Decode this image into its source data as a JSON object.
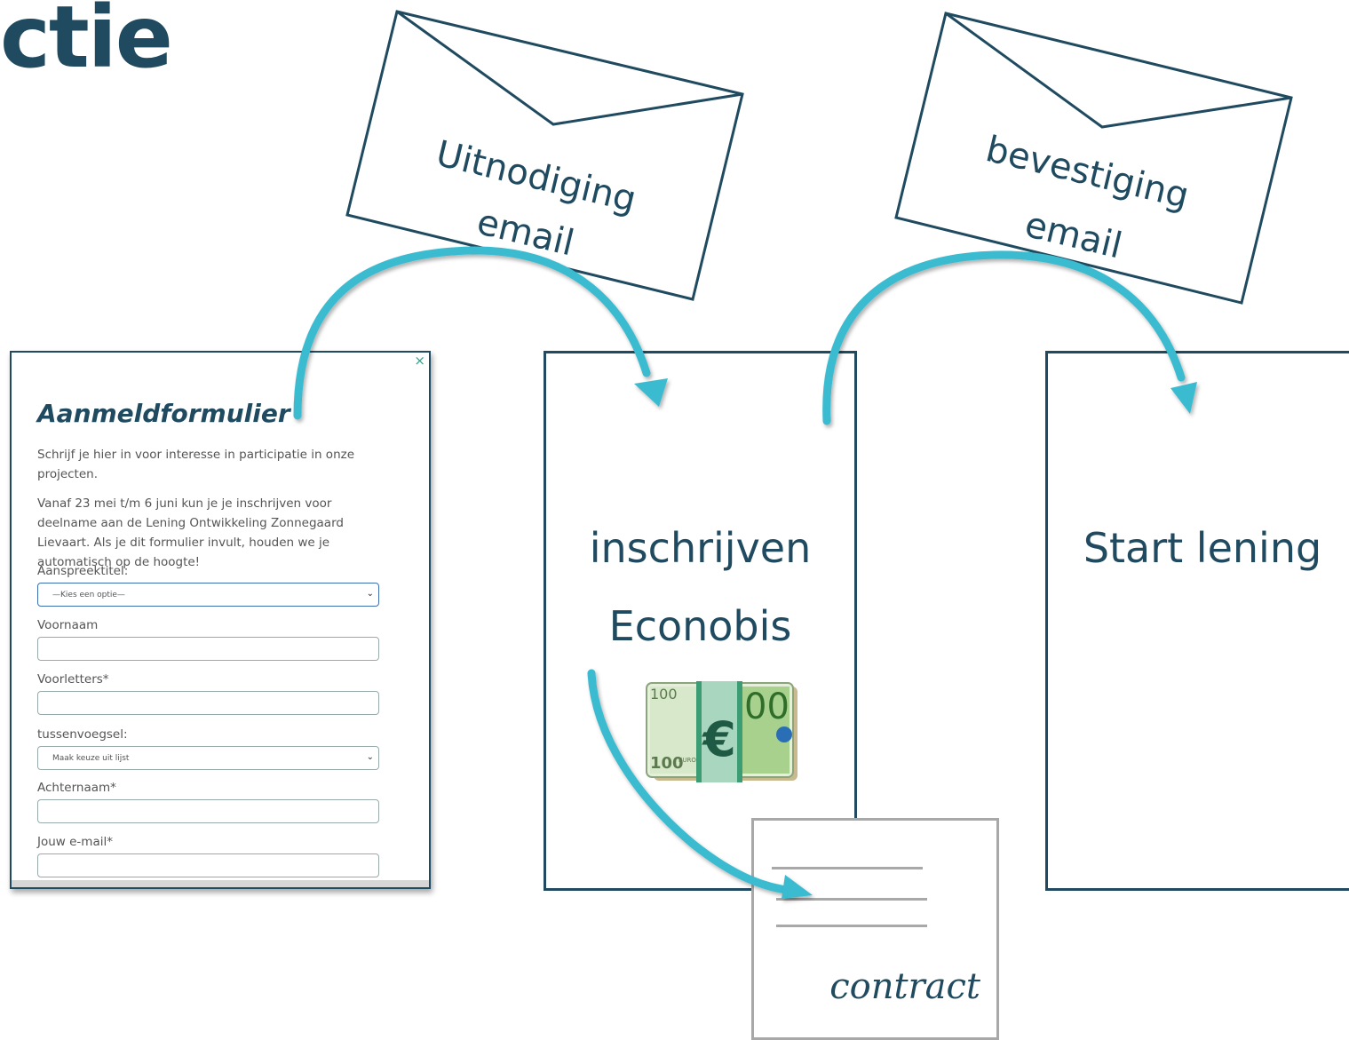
{
  "title_fragment": "ctie",
  "envelopes": [
    {
      "line1": "Uitnodiging",
      "line2": "email"
    },
    {
      "line1": "bevestiging",
      "line2": "email"
    }
  ],
  "form": {
    "title": "Aanmeldformulier",
    "intro": "Schrijf je hier in voor interesse in participatie in onze projecten.",
    "description": "Vanaf 23 mei t/m 6 juni kun je je inschrijven voor deelname aan de Lening Ontwikkeling Zonnegaard Lievaart. Als je dit formulier invult, houden we je automatisch op de hoogte!",
    "fields": {
      "aanspreektitel_label": "Aanspreektitel:",
      "aanspreektitel_value": "—Kies een optie—",
      "voornaam_label": "Voornaam",
      "voorletters_label": "Voorletters*",
      "tussenvoegsel_label": "tussenvoegsel:",
      "tussenvoegsel_value": "Maak keuze uit lijst",
      "achternaam_label": "Achternaam*",
      "email_label": "Jouw e-mail*"
    },
    "close_symbol": "×"
  },
  "steps": {
    "inschrijven_line1": "inschrijven",
    "inschrijven_line2": "Econobis",
    "start_lening": "Start lening"
  },
  "contract_label": "contract",
  "money": {
    "euro_symbol": "€",
    "denomination": "100",
    "currency_text": "EURO"
  },
  "colors": {
    "arrow": "#3bbbd0",
    "dark": "#1f4a5f",
    "contract_gray": "#a8a8a8"
  }
}
